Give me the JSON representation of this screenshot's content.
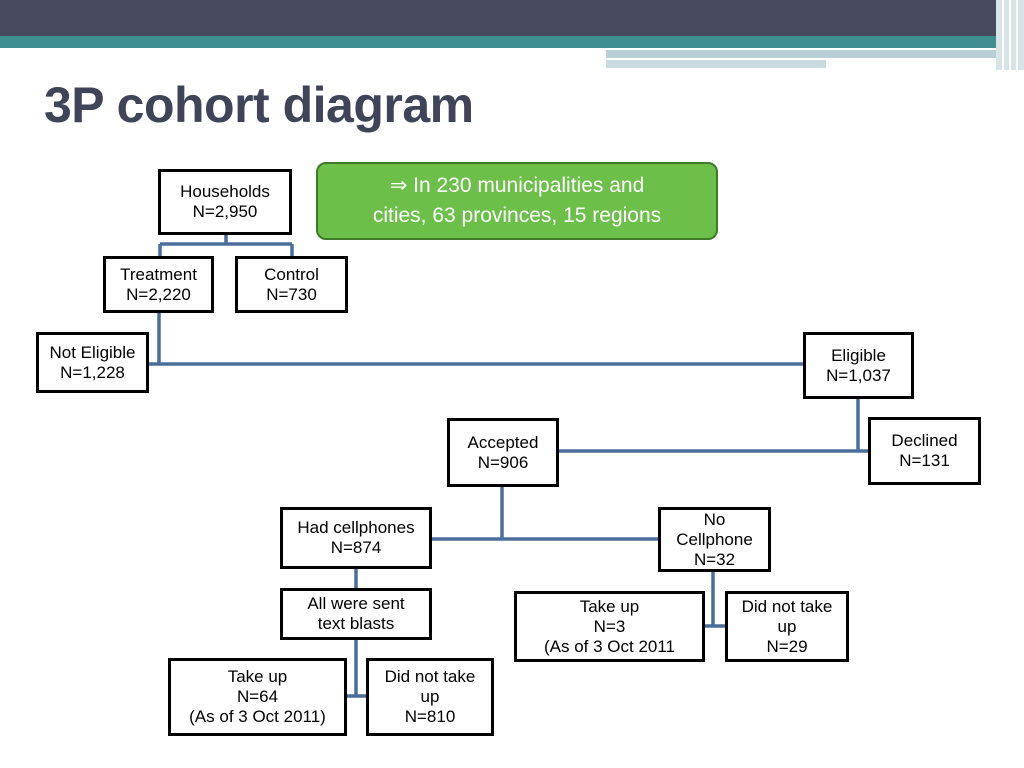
{
  "slide": {
    "title": "3P cohort diagram",
    "callout": {
      "line1": "⇒ In 230 municipalities and",
      "line2": "cities, 63 provinces, 15 regions"
    }
  },
  "nodes": {
    "households": {
      "label": "Households",
      "count": "N=2,950"
    },
    "treatment": {
      "label": "Treatment",
      "count": "N=2,220"
    },
    "control": {
      "label": "Control",
      "count": "N=730"
    },
    "not_eligible": {
      "label": "Not Eligible",
      "count": "N=1,228"
    },
    "eligible": {
      "label": "Eligible",
      "count": "N=1,037"
    },
    "accepted": {
      "label": "Accepted",
      "count": "N=906"
    },
    "declined": {
      "label": "Declined",
      "count": "N=131"
    },
    "had_cellphones": {
      "label": "Had cellphones",
      "count": "N=874"
    },
    "no_cellphone": {
      "line1": "No",
      "line2": "Cellphone",
      "count": "N=32"
    },
    "text_blasts": {
      "line1": "All were sent",
      "line2": "text blasts"
    },
    "takeup_64": {
      "label": "Take up",
      "count": "N=64",
      "note": "(As of 3 Oct 2011)"
    },
    "not_take_810": {
      "line1": "Did not take",
      "line2": "up",
      "count": "N=810"
    },
    "takeup_3": {
      "label": "Take up",
      "count": "N=3",
      "note": "(As of 3 Oct 2011"
    },
    "not_take_29": {
      "line1": "Did not take",
      "line2": "up",
      "count": "N=29"
    }
  },
  "colors": {
    "title": "#3f4458",
    "connector": "#4a6e9b",
    "callout_fill": "#6cc04a",
    "header_dark": "#474a5e",
    "header_teal": "#3f8f92"
  }
}
